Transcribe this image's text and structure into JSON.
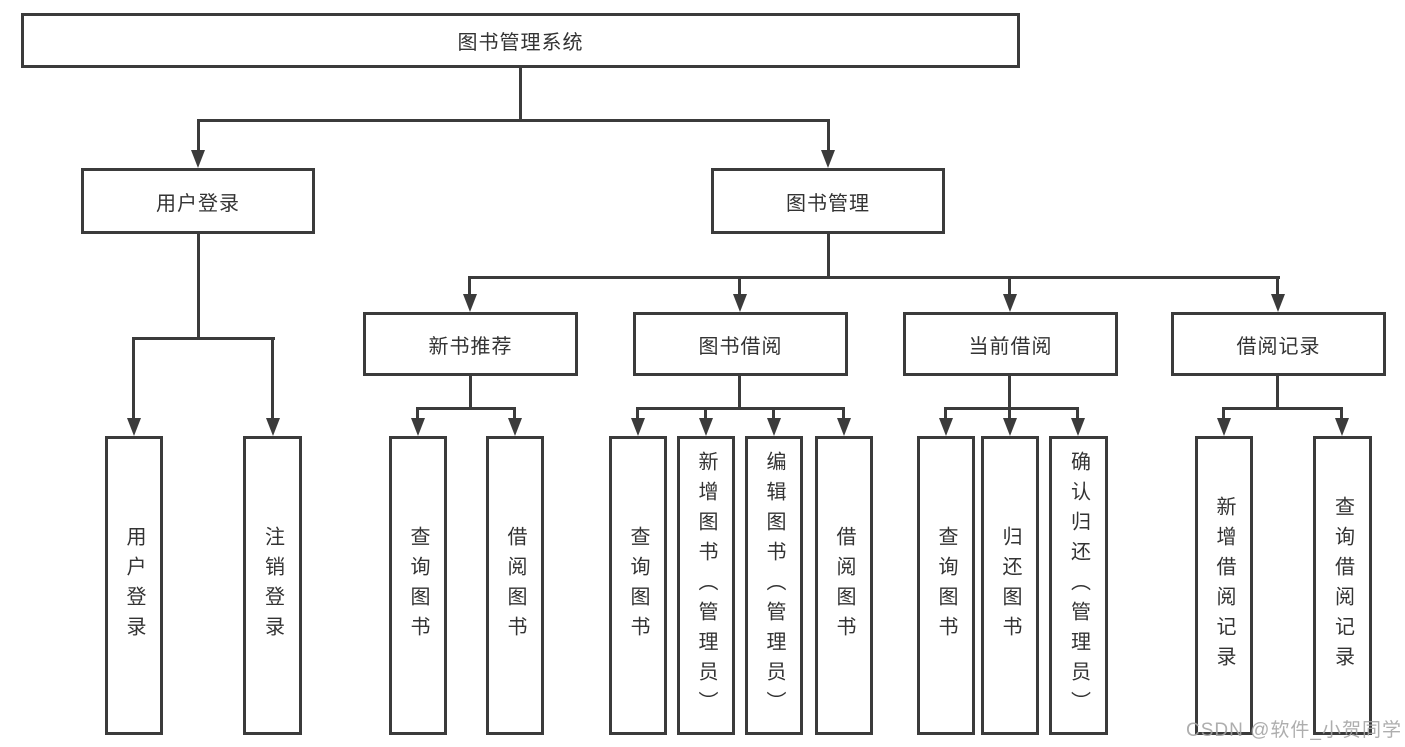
{
  "nodes": {
    "root": {
      "label": "图书管理系统"
    },
    "level2": [
      {
        "label": "用户登录"
      },
      {
        "label": "图书管理"
      }
    ],
    "level3": [
      {
        "label": "新书推荐"
      },
      {
        "label": "图书借阅"
      },
      {
        "label": "当前借阅"
      },
      {
        "label": "借阅记录"
      }
    ],
    "level4": [
      {
        "label": "用户登录"
      },
      {
        "label": "注销登录"
      },
      {
        "label": "查询图书"
      },
      {
        "label": "借阅图书"
      },
      {
        "label": "查询图书"
      },
      {
        "label": "新增图书（管理员）"
      },
      {
        "label": "编辑图书（管理员）"
      },
      {
        "label": "借阅图书"
      },
      {
        "label": "查询图书"
      },
      {
        "label": "归还图书"
      },
      {
        "label": "确认归还（管理员）"
      },
      {
        "label": "新增借阅记录"
      },
      {
        "label": "查询借阅记录"
      }
    ]
  },
  "watermark": {
    "text": "CSDN @软件_小贺同学"
  },
  "colors": {
    "line": "#3b3b3b",
    "text": "#333333",
    "watermark": "#a5a5a5",
    "background": "#ffffff"
  }
}
